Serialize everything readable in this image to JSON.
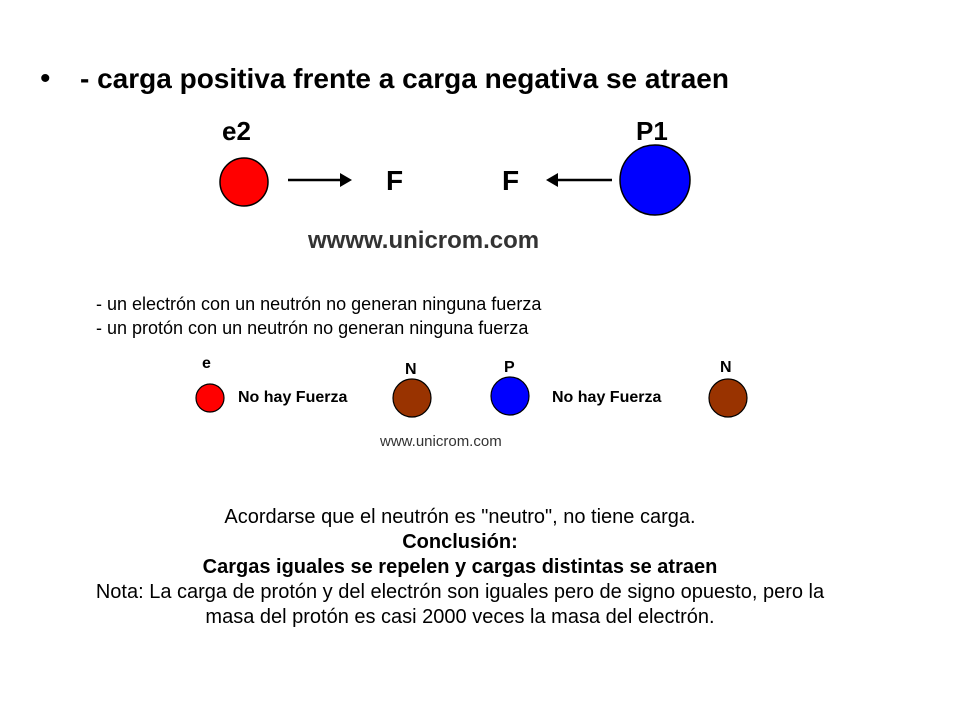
{
  "slide": {
    "bullet_symbol": "•",
    "heading": "- carga positiva frente a carga negativa se atraen"
  },
  "figure1": {
    "electron_label": "e2",
    "proton_label": "P1",
    "force_left": "F",
    "force_right": "F",
    "watermark": "wwww.unicrom.com",
    "colors": {
      "electron": "#ff0000",
      "proton": "#0000ff"
    }
  },
  "lines": {
    "line1": "- un electrón con un neutrón no generan ninguna fuerza",
    "line2": "- un protón con un neutrón no generan ninguna fuerza"
  },
  "figure2": {
    "electron_label": "e",
    "neutron_label_1": "N",
    "proton_label": "P",
    "neutron_label_2": "N",
    "no_force_1": "No hay Fuerza",
    "no_force_2": "No hay Fuerza",
    "watermark": "www.unicrom.com",
    "colors": {
      "electron": "#ff0000",
      "neutron": "#993300",
      "proton": "#0000ff"
    }
  },
  "conclusion": {
    "reminder": "Acordarse que el neutrón es \"neutro\", no tiene carga.",
    "title": "Conclusión:",
    "statement": "Cargas iguales se repelen y cargas distintas se atraen",
    "note": "Nota: La carga de protón y del electrón son iguales pero de signo opuesto, pero la masa del protón es casi 2000 veces la masa del electrón."
  }
}
